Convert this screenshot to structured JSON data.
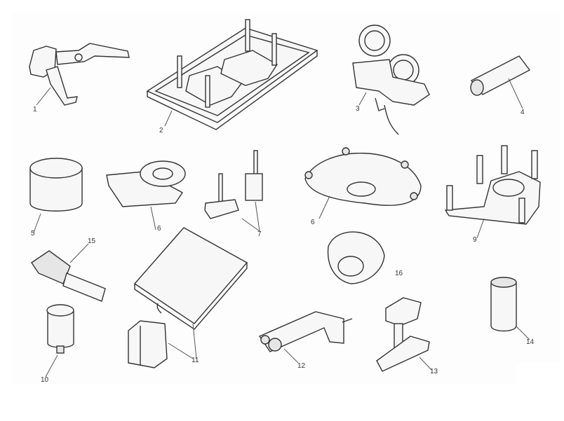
{
  "diagram": {
    "title": "",
    "callouts": [
      {
        "id": "1",
        "label": "1"
      },
      {
        "id": "2",
        "label": "2"
      },
      {
        "id": "3",
        "label": "3"
      },
      {
        "id": "4",
        "label": "4"
      },
      {
        "id": "5",
        "label": "5"
      },
      {
        "id": "6a",
        "label": "6"
      },
      {
        "id": "7",
        "label": "7"
      },
      {
        "id": "6b",
        "label": "6"
      },
      {
        "id": "9",
        "label": "9"
      },
      {
        "id": "15",
        "label": "15"
      },
      {
        "id": "16",
        "label": "16"
      },
      {
        "id": "10",
        "label": "10"
      },
      {
        "id": "11",
        "label": "11"
      },
      {
        "id": "12",
        "label": "12"
      },
      {
        "id": "13",
        "label": "13"
      },
      {
        "id": "14",
        "label": "14"
      }
    ],
    "parts": [
      {
        "number": "1",
        "depiction": "lever-clamp-tool"
      },
      {
        "number": "2",
        "depiction": "base-plate-with-pins-and-blocks"
      },
      {
        "number": "3",
        "depiction": "dual-dial-gauge-holder"
      },
      {
        "number": "4",
        "depiction": "tubular-drift"
      },
      {
        "number": "5",
        "depiction": "ring-sleeve"
      },
      {
        "number": "6",
        "depiction": "bracket-with-bearing-ring"
      },
      {
        "number": "7",
        "depiction": "pin-pair-fixtures"
      },
      {
        "number": "6",
        "depiction": "round-plate-with-studs"
      },
      {
        "number": "9",
        "depiction": "fixture-plate-with-studs"
      },
      {
        "number": "10",
        "depiction": "socket-adapter"
      },
      {
        "number": "11",
        "depiction": "tray-and-holder-block"
      },
      {
        "number": "12",
        "depiction": "l-bracket-with-clamp"
      },
      {
        "number": "13",
        "depiction": "t-handle-puller"
      },
      {
        "number": "14",
        "depiction": "cylindrical-sleeve"
      },
      {
        "number": "15",
        "depiction": "threaded-spindle"
      },
      {
        "number": "16",
        "depiction": "castellated-socket"
      }
    ]
  }
}
